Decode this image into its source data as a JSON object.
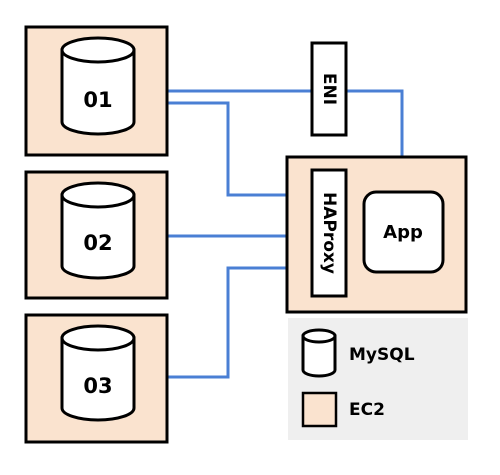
{
  "colors": {
    "ec2_fill": "#fae3cf",
    "link_color": "#4a7fd4",
    "legend_background": "#efefef",
    "outline": "#000000"
  },
  "databases": [
    {
      "label": "01"
    },
    {
      "label": "02"
    },
    {
      "label": "03"
    }
  ],
  "app_instance": {
    "proxy_label": "HAProxy",
    "app_label": "App"
  },
  "network_interface": {
    "label": "ENI"
  },
  "legend": {
    "mysql_label": "MySQL",
    "ec2_label": "EC2",
    "mysql_icon": "cylinder-icon",
    "ec2_icon": "square-swatch-icon"
  }
}
